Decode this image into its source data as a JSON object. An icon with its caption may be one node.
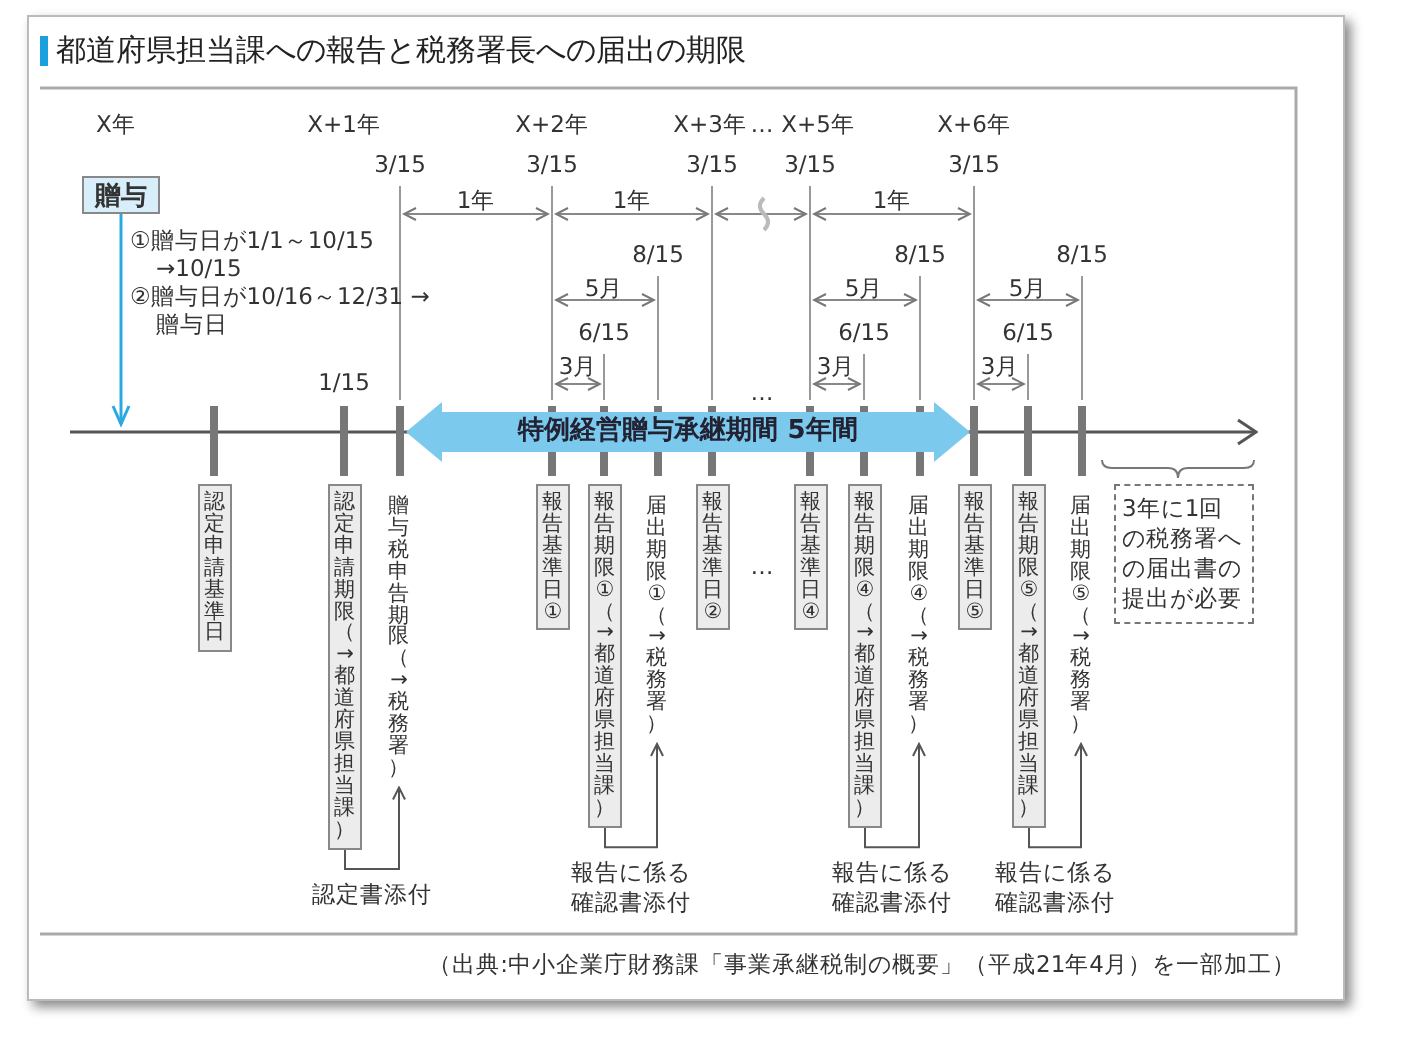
{
  "diagram": {
    "title": "都道府県担当課への報告と税務署長への届出の期限",
    "caption": "（出典:中小企業庁財務課「事業承継税制の概要」（平成21年4月）を一部加工）",
    "nodes": [
      {
        "text": [
          "贈与"
        ]
      },
      {
        "text": [
          "特例経営贈与承継期間 5年間"
        ]
      },
      {
        "text": [
          "認定申請基準日"
        ]
      },
      {
        "text": [
          "認定申請期限（→都道府県担当課）"
        ]
      },
      {
        "text": [
          "贈与税申告期限（→税務署）"
        ]
      },
      {
        "text": [
          "報告基準日①"
        ]
      },
      {
        "text": [
          "報告期限①（→都道府県担当課）"
        ]
      },
      {
        "text": [
          "届出期限①（→税務署）"
        ]
      },
      {
        "text": [
          "報告基準日②"
        ]
      },
      {
        "text": [
          "報告基準日④"
        ]
      },
      {
        "text": [
          "報告期限④（→都道府県担当課）"
        ]
      },
      {
        "text": [
          "届出期限④（→税務署）"
        ]
      },
      {
        "text": [
          "報告基準日⑤"
        ]
      },
      {
        "text": [
          "報告期限⑤（→都道府県担当課）"
        ]
      },
      {
        "text": [
          "届出期限⑤（→税務署）"
        ]
      },
      {
        "text": [
          "3年に1回の税務署への届出書の提出が必要"
        ]
      }
    ],
    "edges": [
      {
        "from": 0,
        "to": null,
        "arrow": "to",
        "color": "#29a9e0"
      },
      {
        "from": 3,
        "to": 4,
        "arrow": "to",
        "label": "認定書添付"
      },
      {
        "from": 6,
        "to": 7,
        "arrow": "to",
        "label": "報告に係る確認書添付"
      },
      {
        "from": 10,
        "to": 11,
        "arrow": "to",
        "label": "報告に係る確認書添付"
      },
      {
        "from": 13,
        "to": 14,
        "arrow": "to",
        "label": "報告に係る確認書添付"
      }
    ],
    "labels": [
      "X年",
      "X+1年",
      "X+2年",
      "X+3年",
      "…",
      "X+5年",
      "X+6年",
      "3/15",
      "3/15",
      "3/15",
      "3/15",
      "3/15",
      "1年",
      "1年",
      "1年",
      "①贈与日が1/1～10/15 →10/15",
      "②贈与日が10/16～12/31 →贈与日",
      "8/15",
      "8/15",
      "8/15",
      "5月",
      "5月",
      "5月",
      "6/15",
      "6/15",
      "6/15",
      "3月",
      "3月",
      "3月",
      "1/15",
      "…",
      "…"
    ]
  }
}
